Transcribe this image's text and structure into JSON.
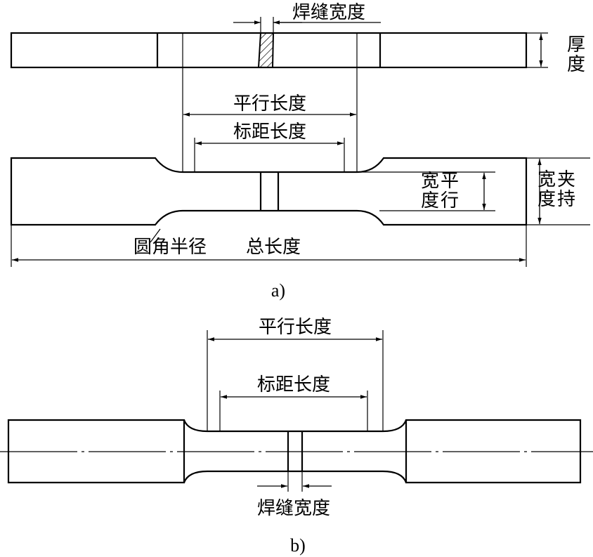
{
  "figure_a": {
    "caption": "a)",
    "labels": {
      "weld_width": "焊缝宽度",
      "thickness": "厚度",
      "parallel_length": "平行长度",
      "gauge_length": "标距长度",
      "parallel_width": "平行宽度",
      "grip_width": "夹持宽度",
      "fillet_radius": "圆角半径",
      "total_length": "总长度"
    }
  },
  "figure_b": {
    "caption": "b)",
    "labels": {
      "parallel_length": "平行长度",
      "gauge_length": "标距长度",
      "weld_width": "焊缝宽度"
    }
  }
}
